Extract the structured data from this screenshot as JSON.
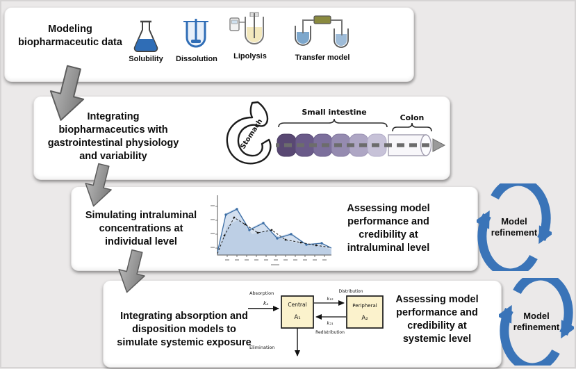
{
  "panel1": {
    "title": "Modeling biopharmaceutic data",
    "icons": [
      {
        "label": "Solubility"
      },
      {
        "label": "Dissolution"
      },
      {
        "label": "Lipolysis"
      },
      {
        "label": "Transfer model"
      }
    ]
  },
  "panel2": {
    "title": "Integrating biopharmaceutics with gastrointestinal physiology and variability",
    "stomach": "Stomach",
    "small_intestine": "Small intestine",
    "colon": "Colon"
  },
  "panel3": {
    "title": "Simulating intraluminal concentrations at individual level",
    "assessing": "Assessing model performance and credibility at intraluminal level",
    "refinement": "Model refinement"
  },
  "panel4": {
    "title": "Integrating absorption and disposition models to simulate systemic exposure",
    "assessing": "Assessing model performance and credibility at systemic level",
    "refinement": "Model refinement",
    "compartment": {
      "absorption": "Absorption",
      "ka": "kₐ",
      "central": "Central",
      "central_amount": "A₁",
      "distribution": "Distribution",
      "k12": "k₁₂",
      "k21": "k₂₁",
      "peripheral": "Peripheral",
      "peripheral_amount": "A₂",
      "redistribution": "Redistribution",
      "elimination": "Elimination"
    }
  },
  "colors": {
    "refinement_blue": "#3a74b8",
    "arrow_gray": "#8c8c8c",
    "compartment_box_fill": "#fbf2cc"
  }
}
